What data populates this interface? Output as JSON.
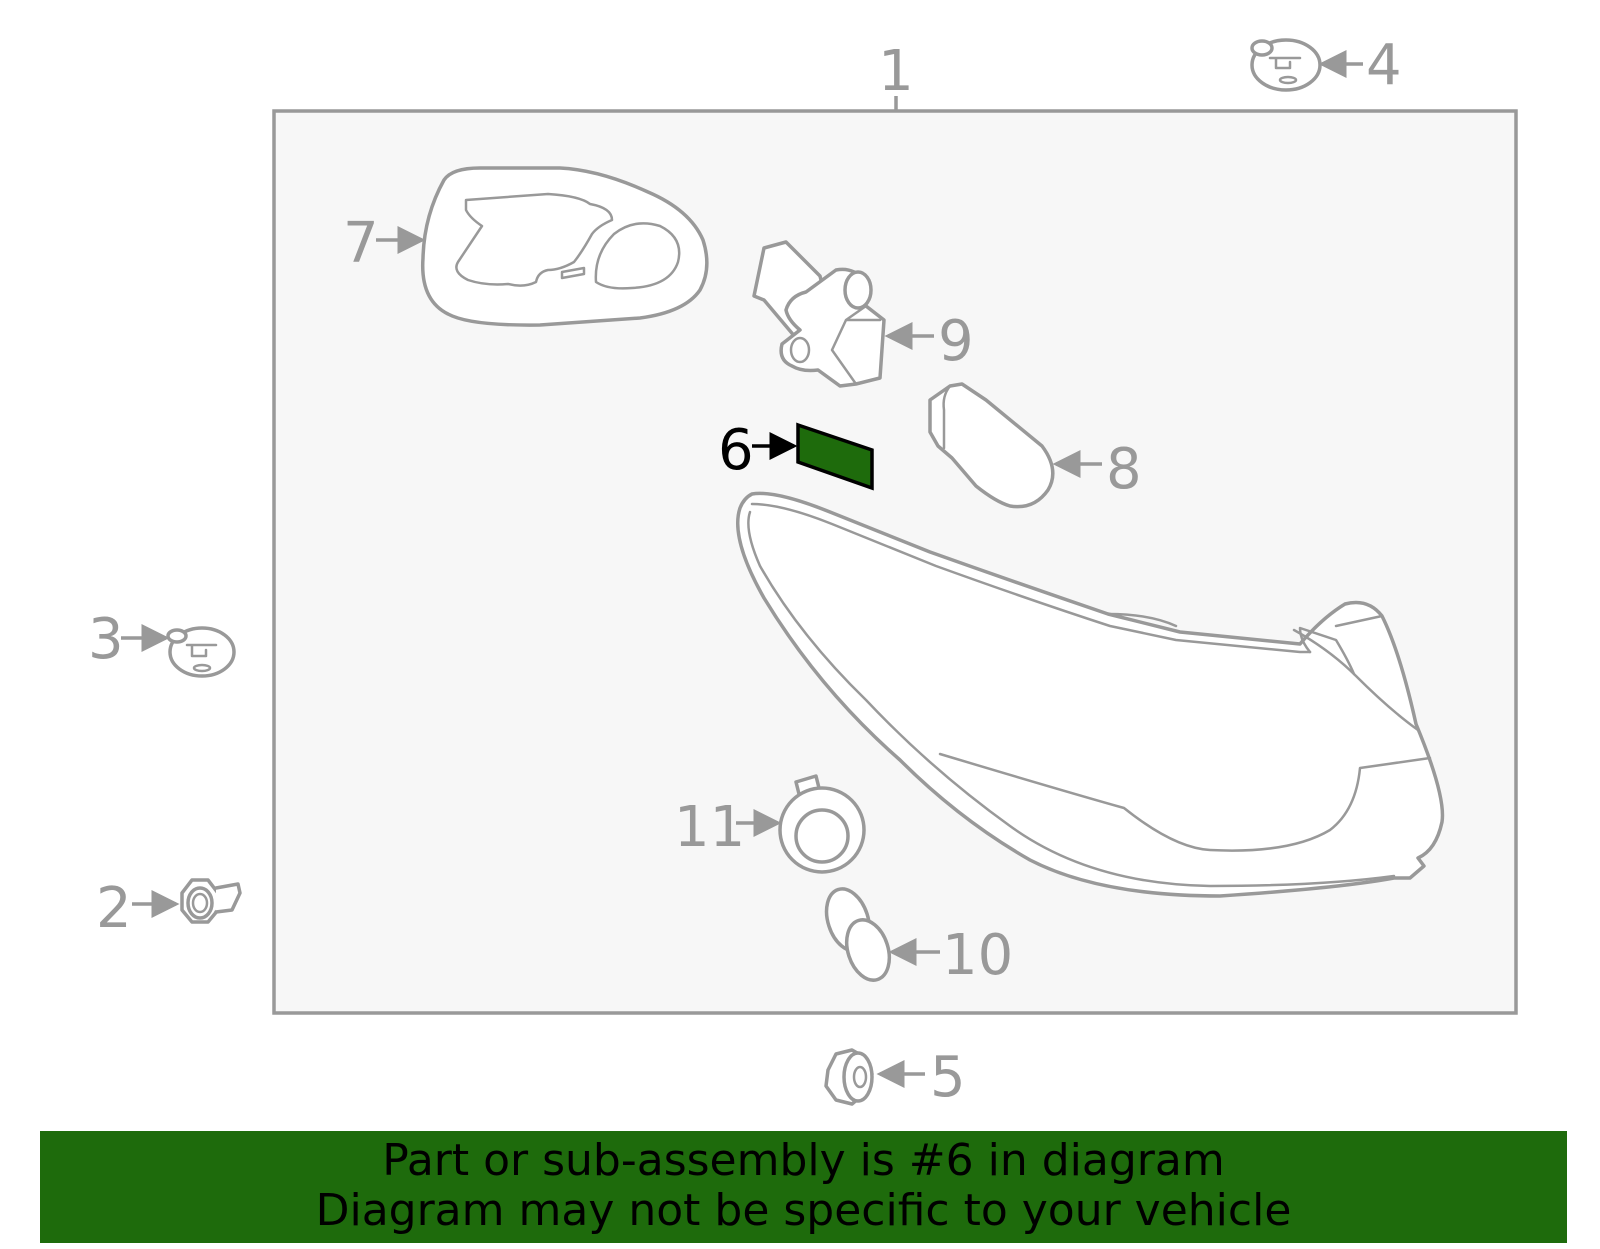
{
  "callouts": {
    "c1": "1",
    "c2": "2",
    "c3": "3",
    "c4": "4",
    "c5": "5",
    "c6": "6",
    "c7": "7",
    "c8": "8",
    "c9": "9",
    "c10": "10",
    "c11": "11"
  },
  "highlighted_part": "6",
  "colors": {
    "highlight": "#1e6b0c",
    "line": "#999999",
    "frame_fill": "#f7f7f7"
  },
  "banner": {
    "line1": "Part or sub-assembly is #6 in diagram",
    "line2": "Diagram may not be specific to your vehicle"
  }
}
